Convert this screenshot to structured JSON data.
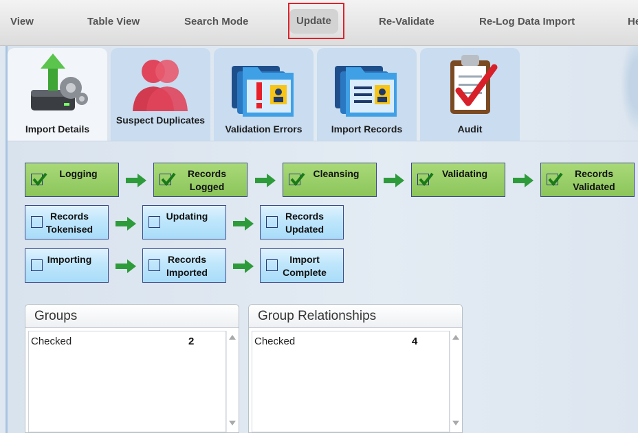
{
  "toolbar": {
    "items": [
      {
        "label": "View"
      },
      {
        "label": "Table View"
      },
      {
        "label": "Search Mode"
      },
      {
        "label": "Update"
      },
      {
        "label": "Re-Validate"
      },
      {
        "label": "Re-Log Data Import"
      },
      {
        "label": "He"
      }
    ],
    "active": "Update"
  },
  "tabs": [
    {
      "label": "Import Details",
      "icon": "server-upload-icon"
    },
    {
      "label": "Suspect Duplicates",
      "icon": "duplicate-person-icon"
    },
    {
      "label": "Validation Errors",
      "icon": "folder-error-icon"
    },
    {
      "label": "Import Records",
      "icon": "folder-records-icon"
    },
    {
      "label": "Audit",
      "icon": "clipboard-check-icon"
    }
  ],
  "workflow": {
    "row1": [
      {
        "label": "Logging",
        "done": true
      },
      {
        "label": "Records Logged",
        "done": true
      },
      {
        "label": "Cleansing",
        "done": true
      },
      {
        "label": "Validating",
        "done": true
      },
      {
        "label": "Records Validated",
        "done": true
      }
    ],
    "row2": [
      {
        "label": "Records Tokenised",
        "done": false
      },
      {
        "label": "Updating",
        "done": false
      },
      {
        "label": "Records Updated",
        "done": false
      }
    ],
    "row3": [
      {
        "label": "Importing",
        "done": false
      },
      {
        "label": "Records Imported",
        "done": false
      },
      {
        "label": "Import Complete",
        "done": false
      }
    ]
  },
  "panels": {
    "groups": {
      "title": "Groups",
      "row_label": "Checked",
      "count": "2"
    },
    "relationships": {
      "title": "Group Relationships",
      "row_label": "Checked",
      "count": "4"
    }
  },
  "colors": {
    "done": "#8cc55a",
    "todo": "#bfe6fb",
    "highlight": "#e0202a",
    "arrow": "#2e9b3a"
  }
}
